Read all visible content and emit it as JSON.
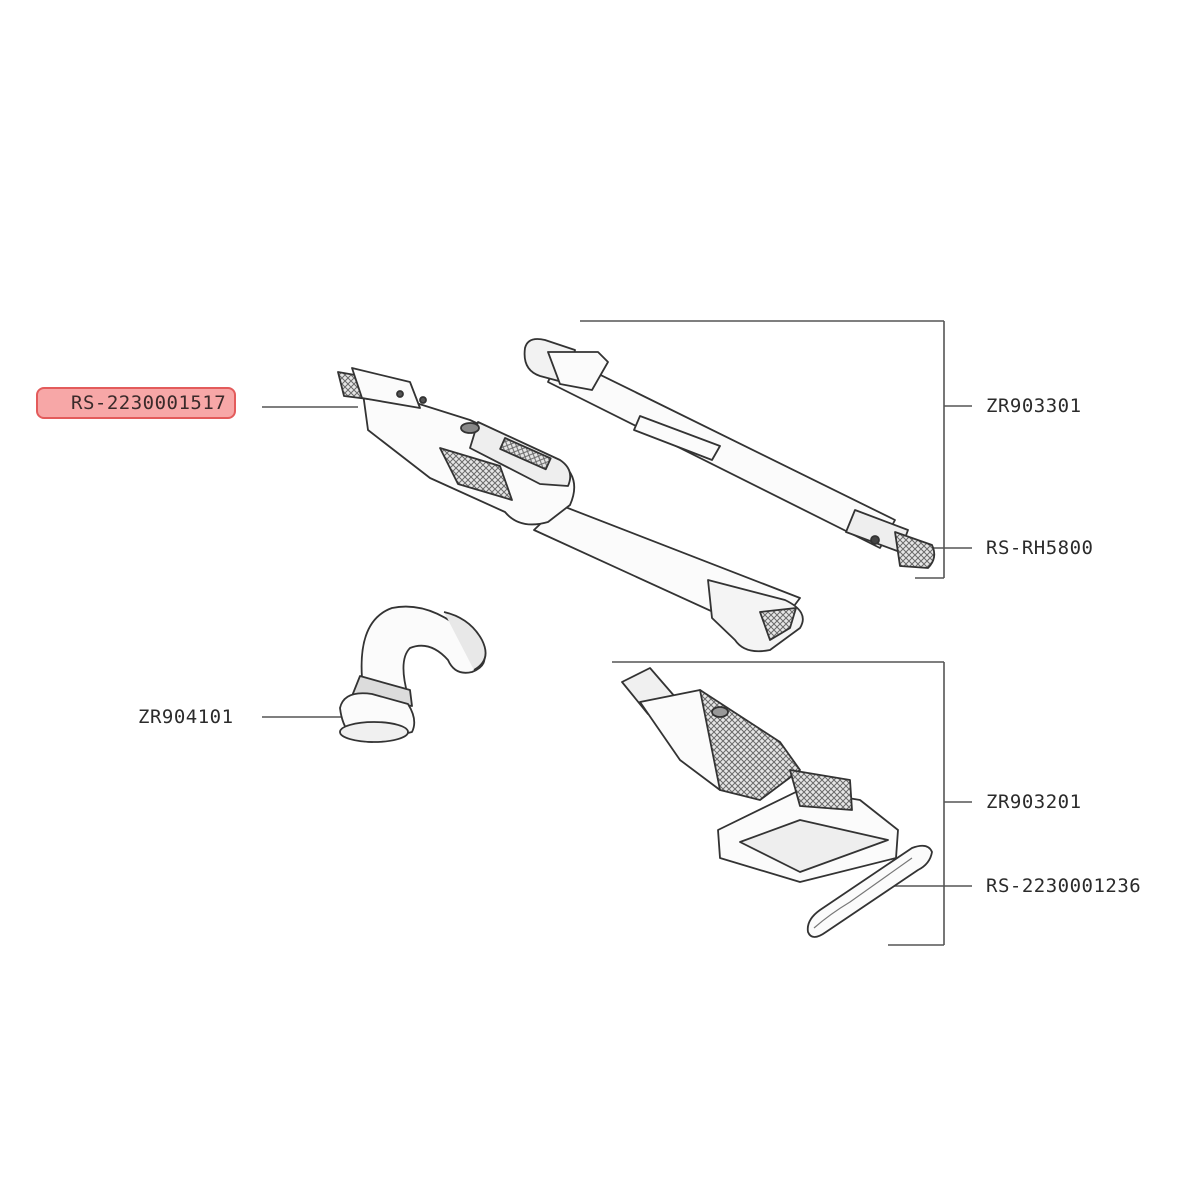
{
  "parts": {
    "tube_handle": "RS-2230001517",
    "telescopic_tube": "ZR903301",
    "tube_connector": "RS-RH5800",
    "elbow": "ZR904101",
    "floor_nozzle": "ZR903201",
    "brush_roller": "RS-2230001236"
  },
  "colors": {
    "highlight_fill": "#f7a7a7",
    "highlight_border": "#e35b5b",
    "line": "#555555"
  }
}
